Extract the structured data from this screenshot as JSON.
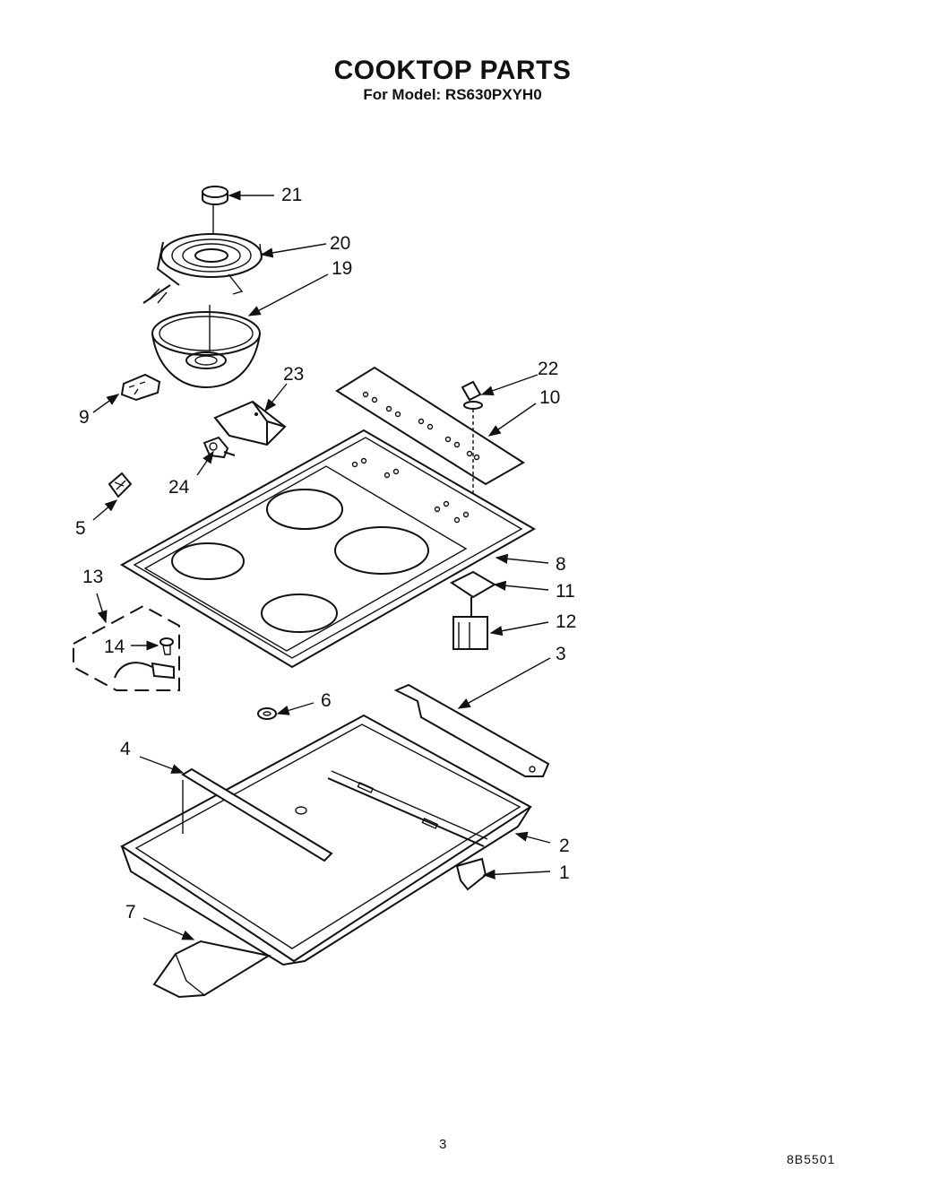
{
  "header": {
    "title": "COOKTOP PARTS",
    "subtitle": "For Model: RS630PXYH0"
  },
  "callouts": {
    "c1": "1",
    "c2": "2",
    "c3": "3",
    "c4": "4",
    "c5": "5",
    "c6": "6",
    "c7": "7",
    "c8": "8",
    "c9": "9",
    "c10": "10",
    "c11": "11",
    "c12": "12",
    "c13": "13",
    "c14": "14",
    "c19": "19",
    "c20": "20",
    "c21": "21",
    "c22": "22",
    "c23": "23",
    "c24": "24"
  },
  "footer": {
    "page_number": "3",
    "doc_code": "8B5501"
  }
}
